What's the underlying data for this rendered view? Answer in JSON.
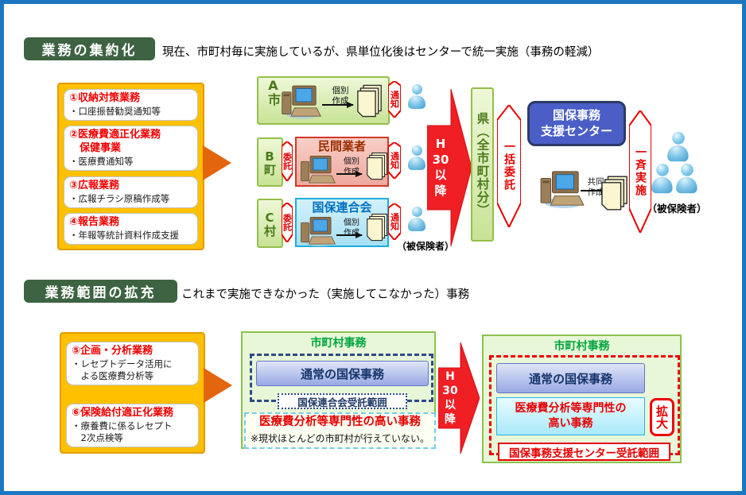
{
  "palette": {
    "frame_blue": "#1b77c2",
    "badge_green": "#3d6342",
    "task_box_orange": "#ffc000",
    "task_title_red": "#f00000",
    "flow_green_border": "#94bf4a",
    "minkan_border_red": "#cf3a28",
    "rengokai_border_cyan": "#1badde",
    "big_arrow_red": "#ef1f24",
    "center_box_blue": "#4a5ec6",
    "panel_green": "#e9f7d9",
    "accent_red": "#e60000",
    "navy": "#1f3864"
  },
  "section1": {
    "badge": "業務の集約化",
    "subtitle": "現在、市町村毎に実施しているが、県単位化後はセンターで統一実施（事務の軽減）",
    "tasks": [
      {
        "title_lines": [
          "①収納対策業務"
        ],
        "body_lines": [
          "・口座振替勧奨通知等"
        ]
      },
      {
        "title_lines": [
          "②医療費適正化業務",
          "　保健事業"
        ],
        "body_lines": [
          "・医療費通知等"
        ]
      },
      {
        "title_lines": [
          "③広報業務"
        ],
        "body_lines": [
          "・広報チラシ原稿作成等"
        ]
      },
      {
        "title_lines": [
          "④報告業務"
        ],
        "body_lines": [
          "・年報等統計資料作成支援"
        ]
      }
    ],
    "flow": {
      "a_city": "A市",
      "b_town": "B町",
      "c_village": "C村",
      "minkan_title": "民間業者",
      "rengokai_title": "国保連合会",
      "itaku": "委託",
      "tsuchi": "通知",
      "kobetsu_lines": [
        "個別",
        "作成"
      ],
      "kyodo_lines": [
        "共同",
        "作成"
      ],
      "hihokensha": "（被保険者）",
      "h30_lines": [
        "H",
        "30",
        "以",
        "降"
      ],
      "ken": "県（全市町村分）",
      "ikkatsu": "一括委託",
      "center_lines": [
        "国保事務",
        "支援センター"
      ],
      "issei": "一斉実施",
      "hihokensha2": "（被保険者）"
    }
  },
  "section2": {
    "badge": "業務範囲の拡充",
    "subtitle": "これまで実施できなかった（実施してこなかった）事務",
    "tasks": [
      {
        "title_lines": [
          "⑤企画・分析業務"
        ],
        "body_lines": [
          "・レセプトデータ活用に",
          "　よる医療費分析等"
        ]
      },
      {
        "title_lines": [
          "⑥保険給付適正化業務"
        ],
        "body_lines": [
          "・療養費に係るレセプト",
          "　2次点検等"
        ]
      }
    ],
    "before": {
      "panel_title": "市町村事務",
      "normal": "通常の国保事務",
      "rengokai_scope": "国保連合会受託範囲",
      "senmon": "医療費分析等専門性の高い事務",
      "note": "※現状ほとんどの市町村が行えていない。"
    },
    "h30_lines": [
      "H",
      "30",
      "以",
      "降"
    ],
    "after": {
      "panel_title": "市町村事務",
      "normal": "通常の国保事務",
      "senmon_lines": [
        "医療費分析等専門性の",
        "高い事務"
      ],
      "kakudai": "拡大",
      "center_scope": "国保事務支援センター受託範囲"
    }
  }
}
